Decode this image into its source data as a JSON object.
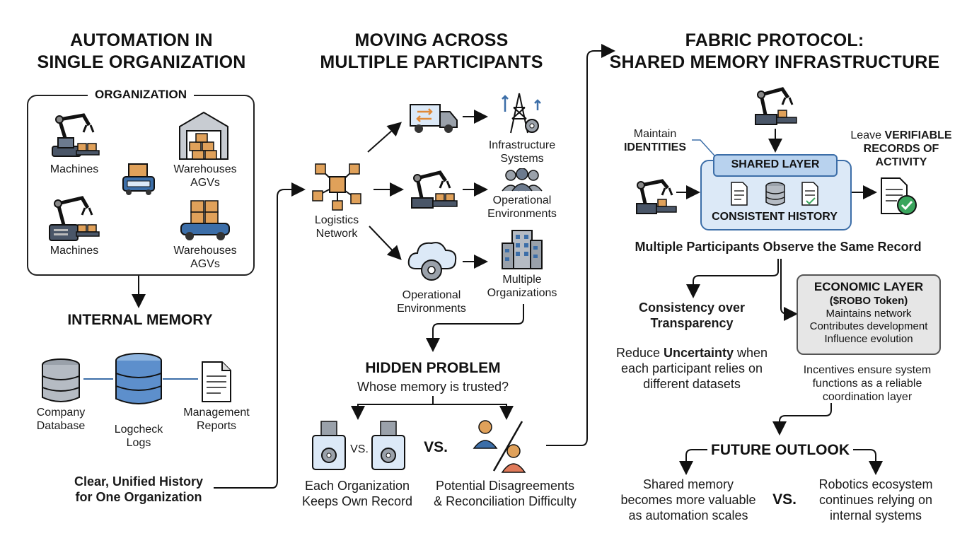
{
  "col1": {
    "title_line1": "AUTOMATION IN",
    "title_line2": "SINGLE ORGANIZATION",
    "org_label": "ORGANIZATION",
    "machines_top": "Machines",
    "warehouses_top_1": "Warehouses",
    "warehouses_top_2": "AGVs",
    "machines_bottom": "Machines",
    "warehouses_bottom_1": "Warehouses",
    "warehouses_bottom_2": "AGVs",
    "internal_memory": "INTERNAL MEMORY",
    "company_db_1": "Company",
    "company_db_2": "Database",
    "logcheck_1": "Logcheck",
    "logcheck_2": "Logs",
    "mgmt_1": "Management",
    "mgmt_2": "Reports",
    "history_1": "Clear, Unified History",
    "history_2": "for One Organization"
  },
  "col2": {
    "title_line1": "MOVING ACROSS",
    "title_line2": "MULTIPLE PARTICIPANTS",
    "logistics_1": "Logistics",
    "logistics_2": "Network",
    "infra_1": "Infrastructure",
    "infra_2": "Systems",
    "openv_a_1": "Operational",
    "openv_a_2": "Environments",
    "openv_b_1": "Operational",
    "openv_b_2": "Environments",
    "multiorg_1": "Multiple",
    "multiorg_2": "Organizations",
    "hidden_problem": "HIDDEN PROBLEM",
    "hidden_question": "Whose memory is trusted?",
    "vs_small": "VS.",
    "vs_big": "VS.",
    "each_org_1": "Each Organization",
    "each_org_2": "Keeps Own Record",
    "disagree_1": "Potential Disagreements",
    "disagree_2": "& Reconciliation Difficulty"
  },
  "col3": {
    "title_line1": "FABRIC  PROTOCOL:",
    "title_line2": "SHARED MEMORY INFRASTRUCTURE",
    "maintain_1": "Maintain",
    "maintain_2": "IDENTITIES",
    "leave_1a": "Leave ",
    "leave_1b": "VERIFIABLE",
    "leave_2": "RECORDS OF",
    "leave_3": "ACTIVITY",
    "shared_layer": "SHARED LAYER",
    "consistent_history": "CONSISTENT HISTORY",
    "observe": "Multiple Participants Observe the Same Record",
    "consistency_1": "Consistency over",
    "consistency_2": "Transparency",
    "reduce_1a": "Reduce ",
    "reduce_1b": "Uncertainty",
    "reduce_1c": " when",
    "reduce_2": "each participant relies on",
    "reduce_3": "different datasets",
    "econ_title": "ECONOMIC LAYER",
    "econ_token": "($ROBO Token)",
    "econ_item_1": "Maintains network",
    "econ_item_2": "Contributes development",
    "econ_item_3": "Influence evolution",
    "incentives_1": "Incentives ensure system",
    "incentives_2": "functions as a reliable",
    "incentives_3": "coordination layer",
    "future_outlook": "FUTURE OUTLOOK",
    "shared_mem_1": "Shared memory",
    "shared_mem_2": "becomes more valuable",
    "shared_mem_3": "as automation scales",
    "vs": "VS.",
    "robotics_1": "Robotics ecosystem",
    "robotics_2": "continues relying on",
    "robotics_3": "internal systems"
  },
  "colors": {
    "accent_blue": "#3c6ea8",
    "light_blue": "#dce9f7",
    "orange": "#e0a15a",
    "grey": "#e6e6e6",
    "green": "#3aa55d"
  }
}
